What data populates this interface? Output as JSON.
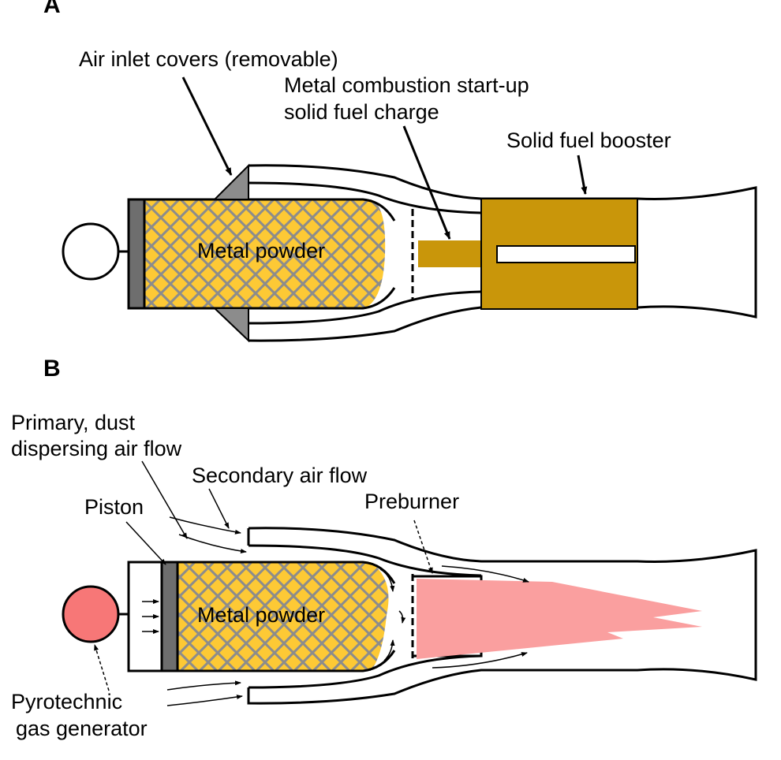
{
  "panel_a": {
    "label": "A",
    "air_inlet_covers": "Air inlet covers (removable)",
    "startup_charge_line1": "Metal combustion start-up",
    "startup_charge_line2": "solid fuel charge",
    "solid_fuel_booster": "Solid fuel booster",
    "metal_powder": "Metal powder"
  },
  "panel_b": {
    "label": "B",
    "primary_flow_line1": "Primary,  dust",
    "primary_flow_line2": "dispersing air flow",
    "secondary_flow": "Secondary air flow",
    "piston": "Piston",
    "preburner": "Preburner",
    "metal_powder": "Metal powder",
    "gas_generator_line1": "Pyrotechnic",
    "gas_generator_line2": "gas generator"
  },
  "colors": {
    "powder": "#fdc935",
    "mesh": "#8c8c8c",
    "booster": "#c9960a",
    "inlet_cover": "#8c8c8c",
    "piston": "#6e6e6e",
    "gas_generator": "#f77777",
    "flame": "#fa9f9f"
  }
}
